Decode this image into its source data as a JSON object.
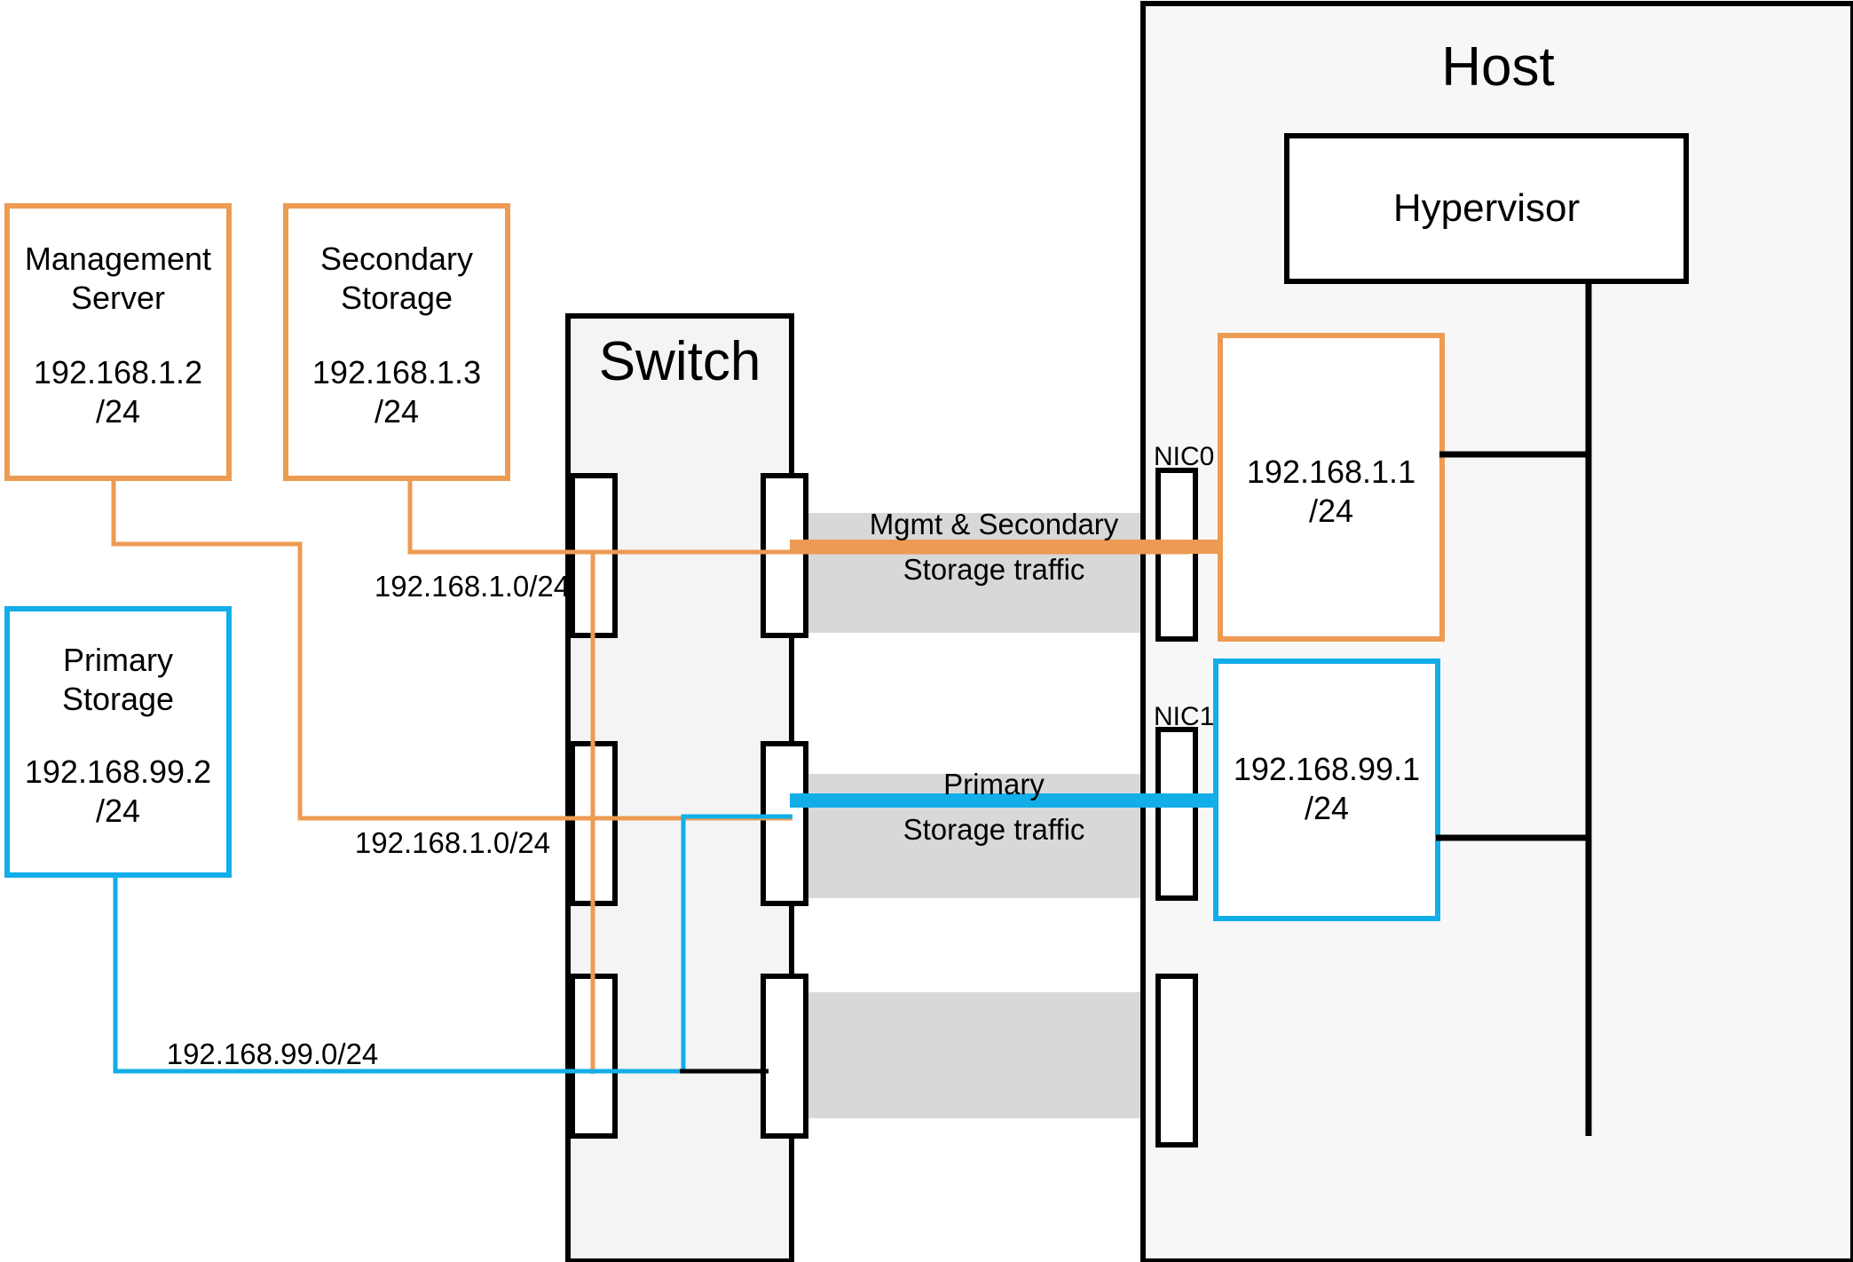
{
  "diagram": {
    "title": "CloudStack basic network topology",
    "colors": {
      "orange": "#ED9B52",
      "blue": "#12AEE8",
      "black": "#000000",
      "band_gray": "#D8D8D8",
      "panel_gray": "#F4F4F4"
    },
    "nodes": {
      "management_server": {
        "name": "Management\nServer",
        "ip": "192.168.1.2\n/24"
      },
      "secondary_storage": {
        "name": "Secondary\nStorage",
        "ip": "192.168.1.3\n/24"
      },
      "primary_storage": {
        "name": "Primary\nStorage",
        "ip": "192.168.99.2\n/24"
      },
      "switch": {
        "title": "Switch"
      },
      "host": {
        "title": "Host",
        "hypervisor": "Hypervisor",
        "nic0_label": "NIC0",
        "nic1_label": "NIC1",
        "nic0_ip": "192.168.1.1\n/24",
        "nic1_ip": "192.168.99.1\n/24"
      }
    },
    "subnet_labels": {
      "mgmt_upper": "192.168.1.0/24",
      "mgmt_lower": "192.168.1.0/24",
      "primary": "192.168.99.0/24"
    },
    "traffic_bands": {
      "mgmt": "Mgmt & Secondary\nStorage traffic",
      "primary": "Primary\nStorage traffic"
    }
  }
}
